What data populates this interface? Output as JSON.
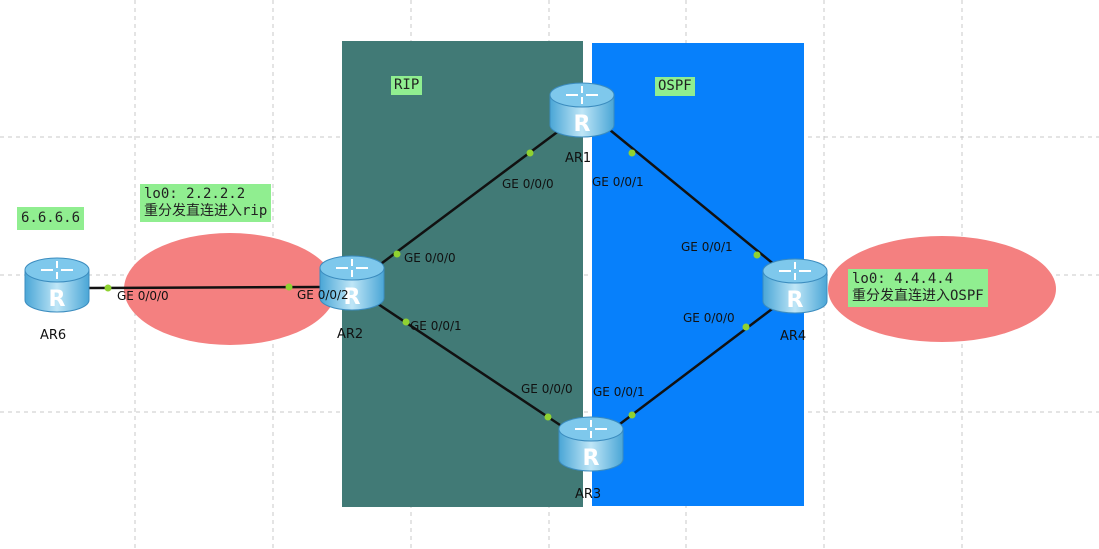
{
  "colors": {
    "grid": "#c8c8c8",
    "rip_area": "#417a76",
    "ospf_area": "#0780fb",
    "label_bg": "#90ee90",
    "ellipse": "#f48080",
    "link": "#111111",
    "port_dot": "#8fd231",
    "router_body": "#7ec8ec"
  },
  "areas": {
    "rip": "RIP",
    "ospf": "OSPF"
  },
  "routers": {
    "ar1": "AR1",
    "ar2": "AR2",
    "ar3": "AR3",
    "ar4": "AR4",
    "ar6": "AR6"
  },
  "annotations": {
    "ar6_ip": "6.6.6.6",
    "ar2_lo": "lo0: 2.2.2.2",
    "ar2_redist": "重分发直连进入rip",
    "ar4_lo": "lo0: 4.4.4.4",
    "ar4_redist": "重分发直连进入OSPF"
  },
  "ports": {
    "ar6_ge000": "GE 0/0/0",
    "ar2_ge002": "GE 0/0/2",
    "ar2_ge000": "GE 0/0/0",
    "ar2_ge001": "GE 0/0/1",
    "ar1_ge000": "GE 0/0/0",
    "ar1_ge001": "GE 0/0/1",
    "ar4_ge001": "GE 0/0/1",
    "ar4_ge000": "GE 0/0/0",
    "ar3_ge000": "GE 0/0/0",
    "ar3_ge001": "GE 0/0/1"
  },
  "router_glyph": "R"
}
